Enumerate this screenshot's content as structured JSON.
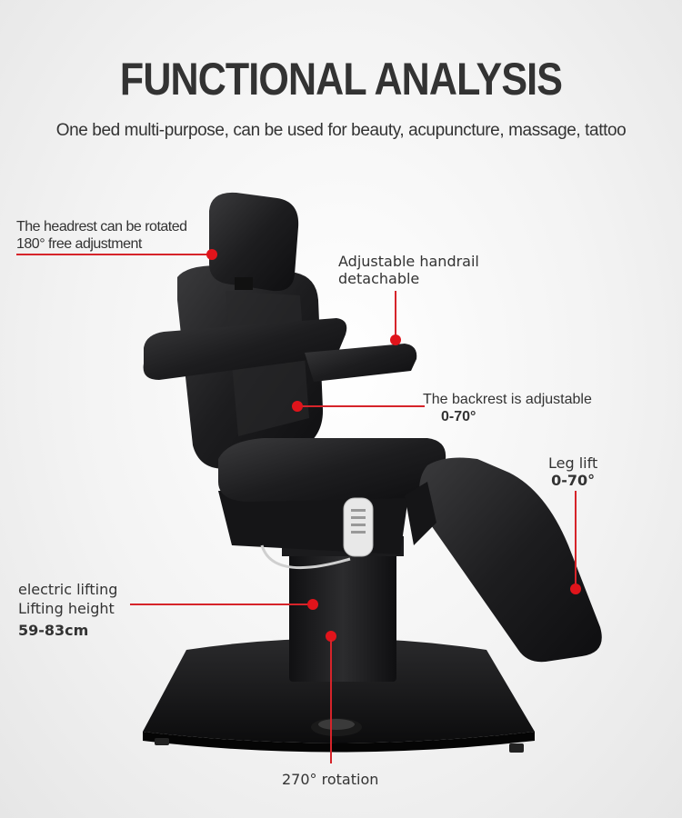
{
  "title": "FUNCTIONAL ANALYSIS",
  "subtitle": "One bed multi-purpose, can be used for beauty, acupuncture, massage, tattoo",
  "callouts": {
    "headrest": {
      "line1": "The headrest can be rotated",
      "line2": "180° free adjustment"
    },
    "handrail": {
      "line1": "Adjustable handrail",
      "line2": "detachable"
    },
    "backrest": {
      "line1": "The backrest is adjustable",
      "line2": "0-70°"
    },
    "leg": {
      "line1": "Leg lift",
      "line2": "0-70°"
    },
    "lifting": {
      "line1": "electric lifting",
      "line2": "Lifting height",
      "line3": "59-83cm"
    },
    "rotation": {
      "line1": "270° rotation"
    }
  },
  "colors": {
    "accent": "#e0141b",
    "text": "#333333",
    "upholstery": "#1c1c1e"
  },
  "icons": [
    "remote-control-icon",
    "foot-pedal-icon"
  ]
}
